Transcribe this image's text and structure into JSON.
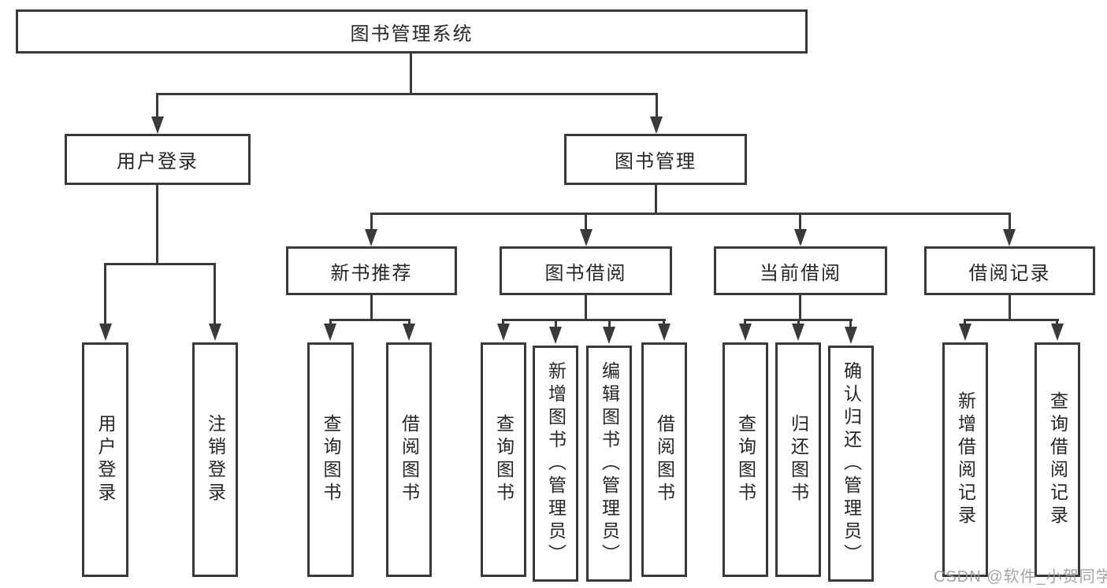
{
  "tree": {
    "root": "图书管理系统",
    "children": [
      {
        "label": "用户登录",
        "children": [
          {
            "label": "用户登录"
          },
          {
            "label": "注销登录"
          }
        ]
      },
      {
        "label": "图书管理",
        "children": [
          {
            "label": "新书推荐",
            "children": [
              {
                "label": "查询图书"
              },
              {
                "label": "借阅图书"
              }
            ]
          },
          {
            "label": "图书借阅",
            "children": [
              {
                "label": "查询图书"
              },
              {
                "label": "新增图书（管理员）"
              },
              {
                "label": "编辑图书（管理员）"
              },
              {
                "label": "借阅图书"
              }
            ]
          },
          {
            "label": "当前借阅",
            "children": [
              {
                "label": "查询图书"
              },
              {
                "label": "归还图书"
              },
              {
                "label": "确认归还（管理员）"
              }
            ]
          },
          {
            "label": "借阅记录",
            "children": [
              {
                "label": "新增借阅记录"
              },
              {
                "label": "查询借阅记录"
              }
            ]
          }
        ]
      }
    ]
  },
  "watermark": {
    "text": "CSDN @软件_小贺同学",
    "color": "#9a9a9a"
  },
  "colors": {
    "line": "#3a3a3a",
    "text": "#262626",
    "background": "#ffffff"
  }
}
